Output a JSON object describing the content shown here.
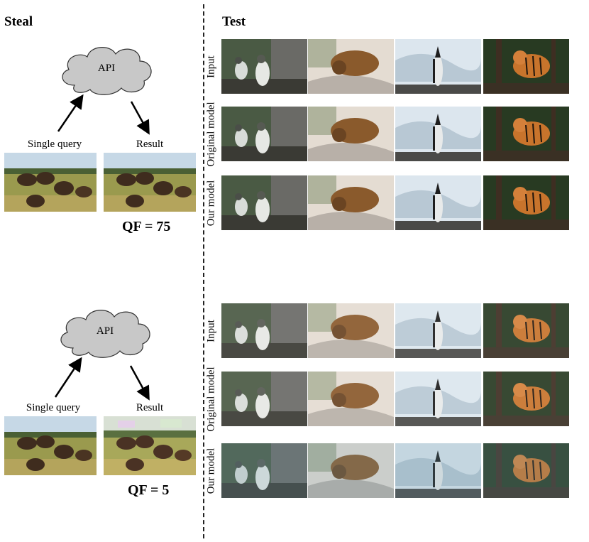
{
  "panel_titles": {
    "steal": "Steal",
    "test": "Test"
  },
  "top": {
    "api_label": "API",
    "query_label": "Single query",
    "result_label": "Result",
    "qf_label": "QF = 75",
    "rows": [
      "Input",
      "Original model",
      "Our model"
    ]
  },
  "bottom": {
    "api_label": "API",
    "query_label": "Single query",
    "result_label": "Result",
    "qf_label": "QF = 5",
    "rows": [
      "Input",
      "Original model",
      "Our model"
    ]
  },
  "colors": {
    "cloud_fill": "#c8c8c8",
    "grass": "#9a9a4e",
    "sky": "#c6d8e6",
    "bison": "#3f2c1e",
    "forest": "#283a22",
    "tiger": "#c8742c",
    "dog": "#8a5a2c",
    "penguin_bg": "#dce6ee"
  },
  "image_subjects": [
    "bison-herd",
    "seabirds-on-rocks",
    "dog-lying-on-rock",
    "penguin-standing",
    "tiger-in-forest"
  ]
}
